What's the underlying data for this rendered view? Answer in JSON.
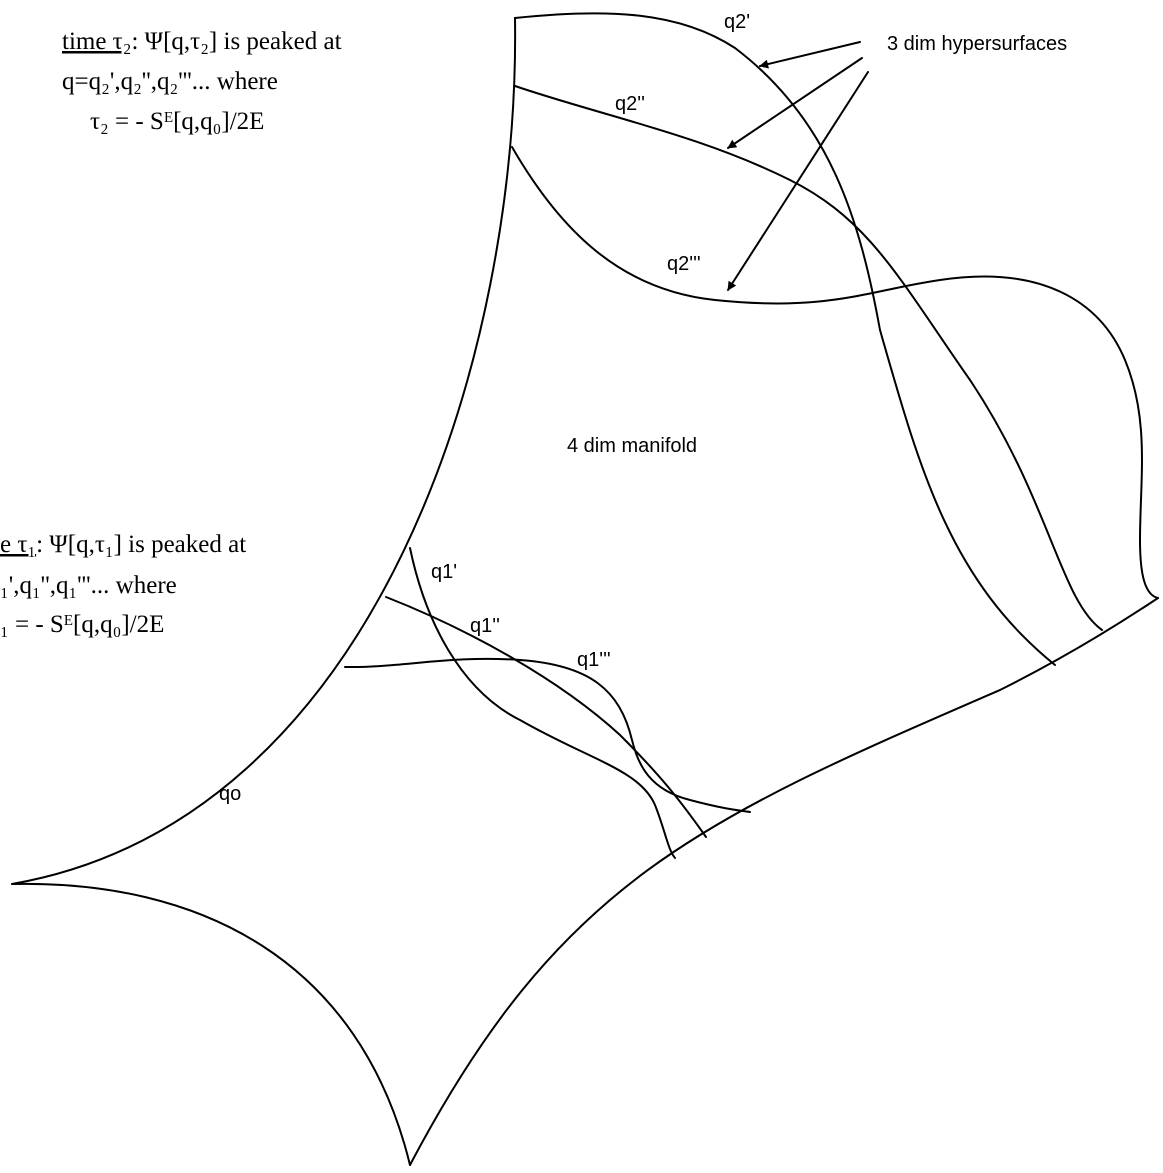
{
  "title": "",
  "top_caption": {
    "underlined": "time τ₂",
    "rest": ": Ψ[q,τ₂] is peaked at",
    "line2": "q=q₂',q₂'',q₂'''...   where",
    "line3": "τ₂ = - Sᴱ[q,q₀]/2E"
  },
  "bottom_caption": {
    "underlined": "e τ₁",
    "rest": ": Ψ[q,τ₁] is peaked at",
    "line2": "₁',q₁'',q₁'''...   where",
    "line3": "₁ = - Sᴱ[q,q₀]/2E"
  },
  "labels": {
    "hypersurfaces": "3 dim hypersurfaces",
    "manifold": "4 dim manifold",
    "q0": "qo",
    "q2p": "q2'",
    "q2pp": "q2''",
    "q2ppp": "q2'''",
    "q1p": "q1'",
    "q1pp": "q1''",
    "q1ppp": "q1'''"
  }
}
